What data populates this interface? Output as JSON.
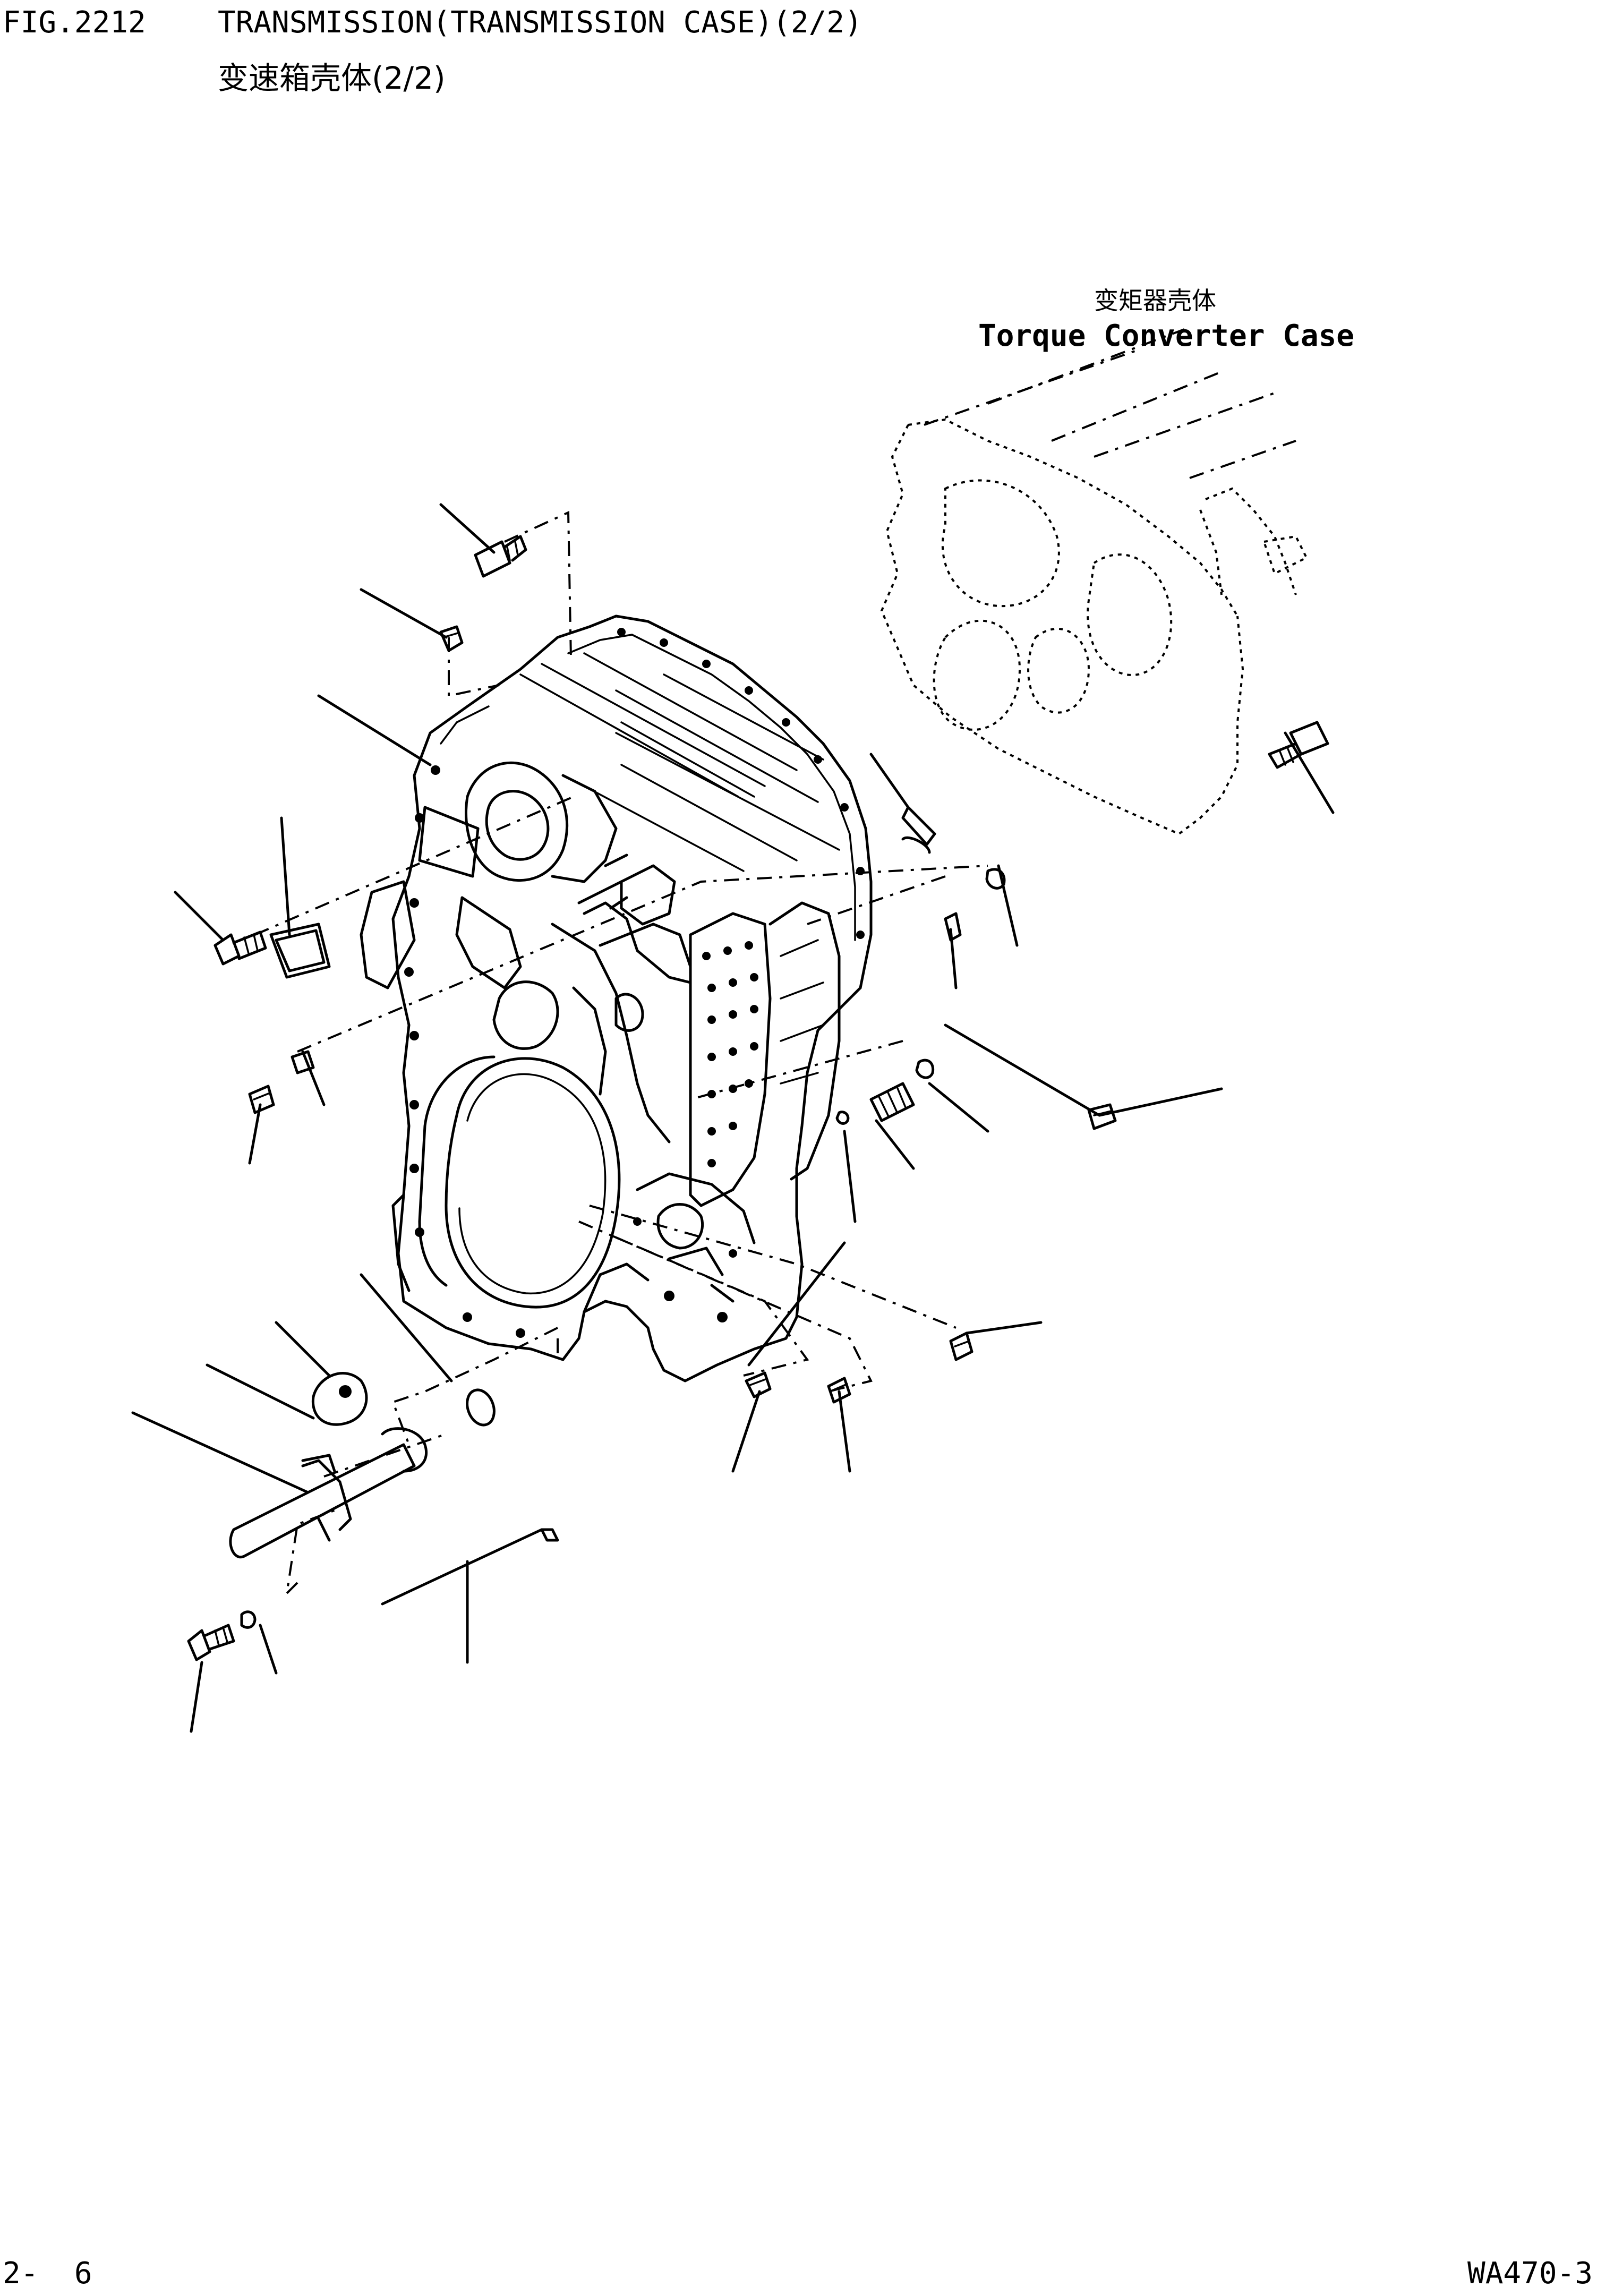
{
  "header": {
    "fig_number": "FIG.2212",
    "title_en": "TRANSMISSION(TRANSMISSION CASE)(2/2)",
    "title_cn": "变速箱壳体(2/2)"
  },
  "diagram": {
    "label_torque_converter_cn": "变矩器壳体",
    "label_torque_converter_en": "Torque Converter Case"
  },
  "footer": {
    "page_number": "2-  6",
    "model_code": "WA470-3"
  }
}
